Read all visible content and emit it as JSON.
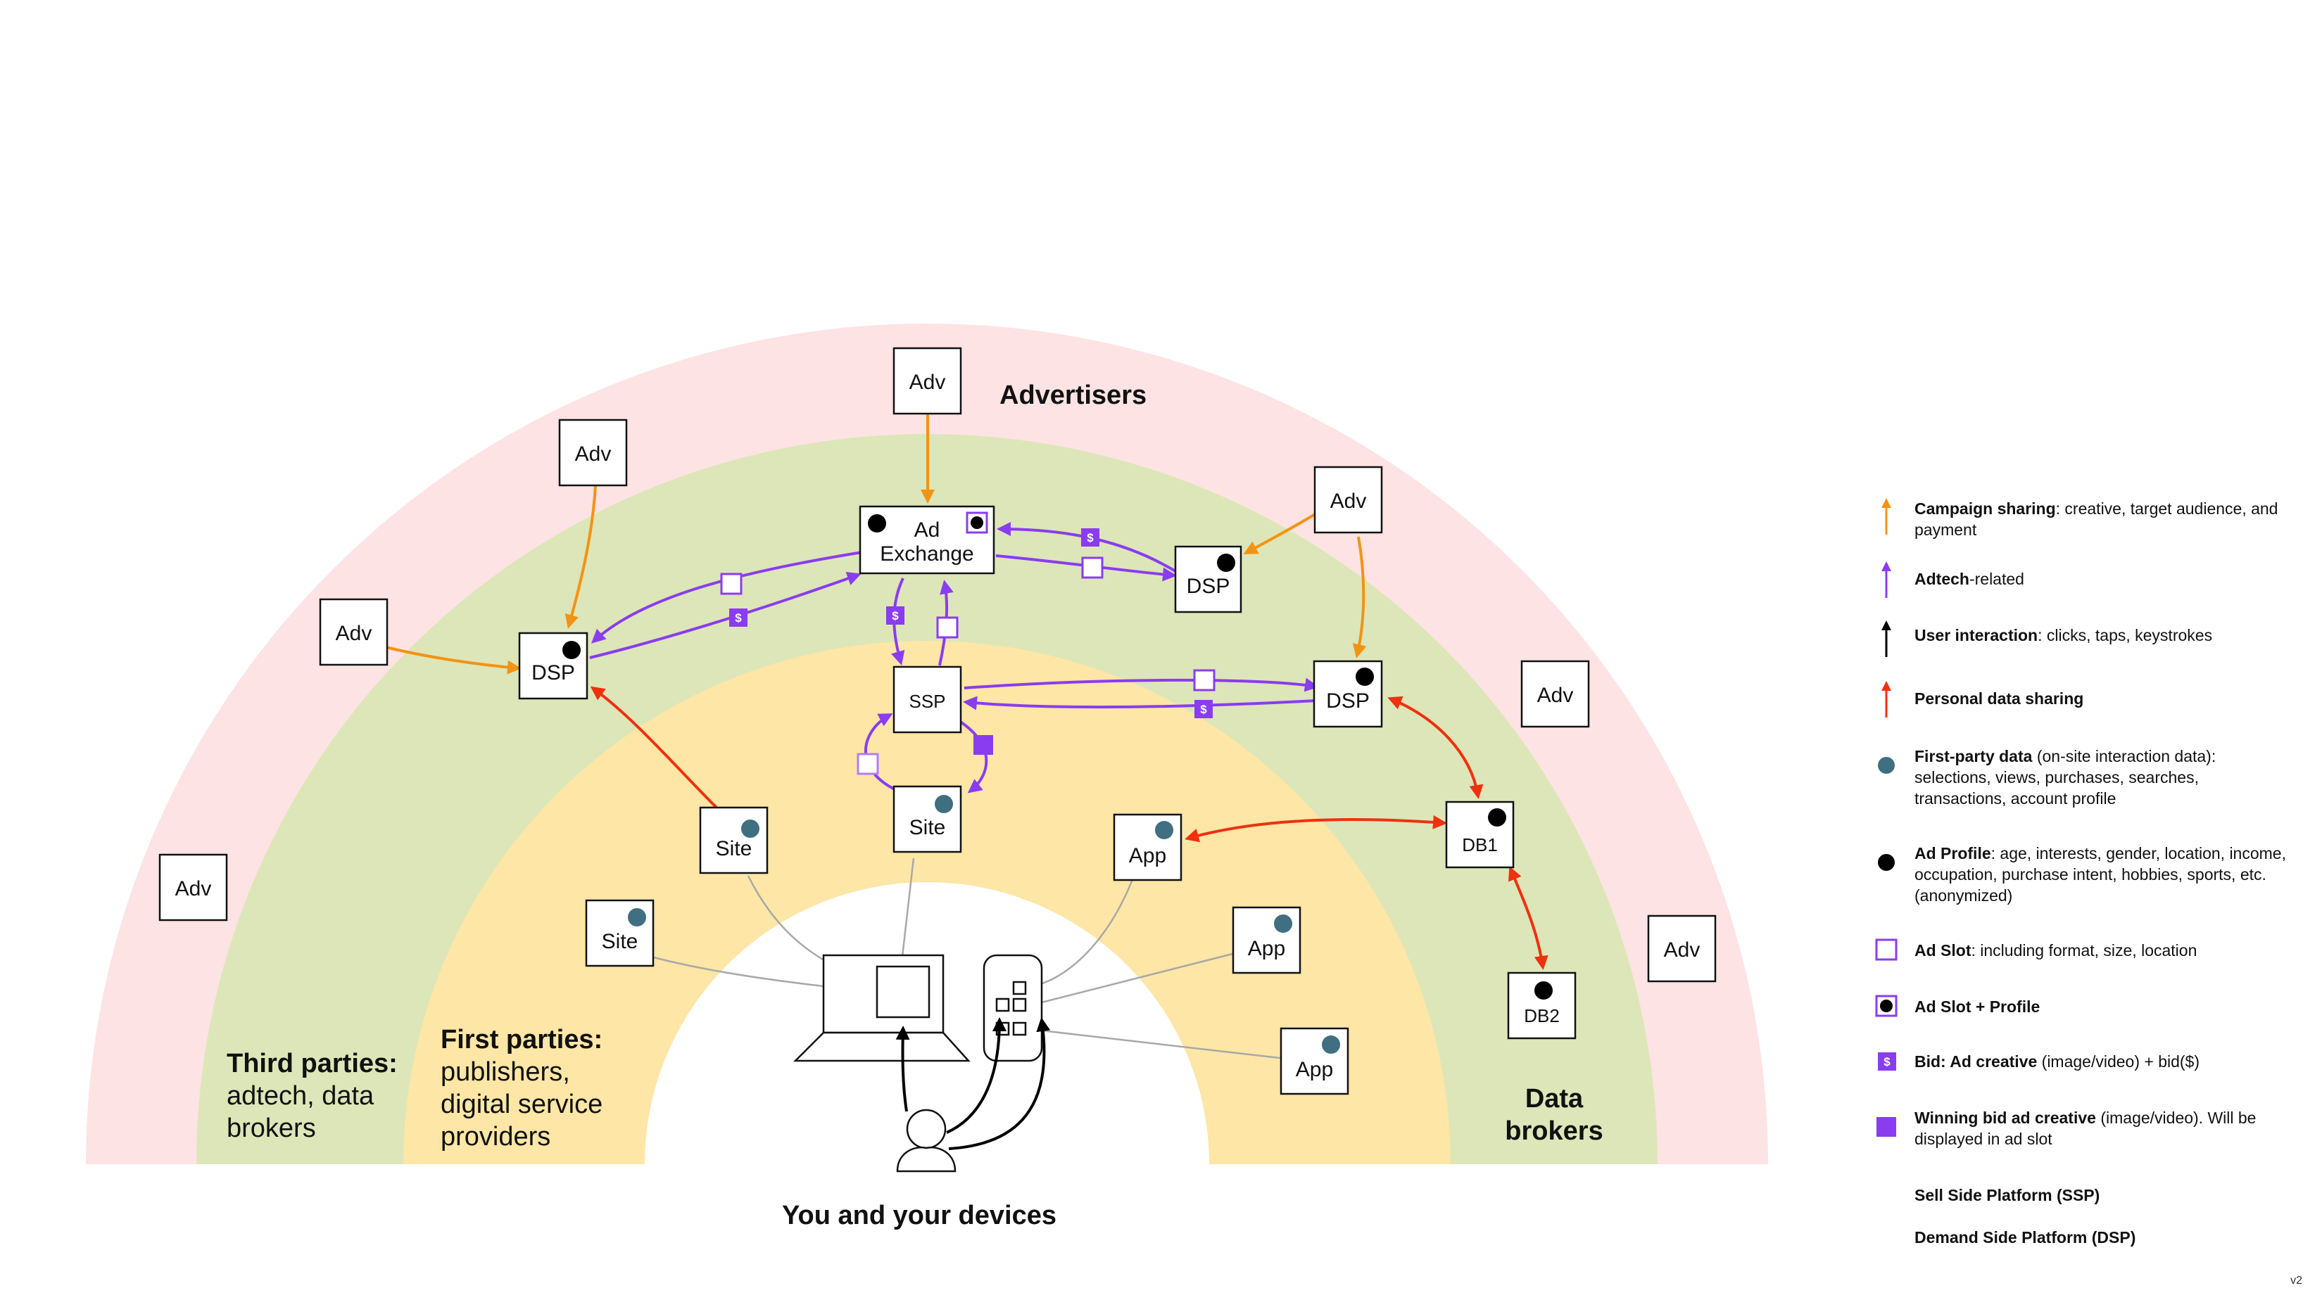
{
  "regions": {
    "advertisers": "Advertisers",
    "third_parties_title": "Third parties:",
    "third_parties_desc": [
      "adtech, data",
      "brokers"
    ],
    "first_parties_title": "First parties:",
    "first_parties_desc": [
      "publishers,",
      "digital service",
      "providers"
    ],
    "data_brokers": [
      "Data",
      "brokers"
    ],
    "you": "You and your devices"
  },
  "nodes": {
    "adv": "Adv",
    "dsp": "DSP",
    "ad_exchange": [
      "Ad",
      "Exchange"
    ],
    "ssp": "SSP",
    "site": "Site",
    "app": "App",
    "db1": "DB1",
    "db2": "DB2",
    "bid_symbol": "$"
  },
  "colors": {
    "outer_ring": "#fde3e3",
    "third_party_ring": "#dde6b8",
    "first_party_ring": "#fde6a6",
    "campaign_arrow": "#f39313",
    "adtech_arrow": "#8a3cf0",
    "user_arrow": "#000000",
    "personal_data_arrow": "#f0300f",
    "first_party_dot": "#3f6f80"
  },
  "legend": [
    {
      "icon": "campaign-sharing-arrow-icon",
      "bold": "Campaign sharing",
      "text": ": creative, target audience, and payment"
    },
    {
      "icon": "adtech-arrow-icon",
      "bold": "Adtech",
      "text": "-related"
    },
    {
      "icon": "user-interaction-arrow-icon",
      "bold": "User interaction",
      "text": ": clicks, taps, keystrokes"
    },
    {
      "icon": "personal-data-arrow-icon",
      "bold": "Personal data sharing",
      "text": ""
    },
    {
      "icon": "first-party-data-icon",
      "bold": "First-party data",
      "text": " (on-site interaction data): selections, views, purchases, searches, transactions, account profile"
    },
    {
      "icon": "ad-profile-icon",
      "bold": "Ad Profile",
      "text": ": age, interests, gender, location, income, occupation, purchase intent, hobbies, sports, etc. (anonymized)"
    },
    {
      "icon": "ad-slot-icon",
      "bold": "Ad Slot",
      "text": ": including format, size, location"
    },
    {
      "icon": "ad-slot-profile-icon",
      "bold": "Ad Slot + Profile",
      "text": ""
    },
    {
      "icon": "bid-icon",
      "bold": "Bid: Ad creative",
      "text": " (image/video) + bid($)"
    },
    {
      "icon": "winning-bid-icon",
      "bold": "Winning bid ad creative",
      "text": " (image/video). Will be displayed in ad slot"
    },
    {
      "icon": "",
      "bold": "Sell Side Platform (SSP)",
      "text": ""
    },
    {
      "icon": "",
      "bold": "Demand Side Platform (DSP)",
      "text": ""
    }
  ],
  "version": "v2"
}
